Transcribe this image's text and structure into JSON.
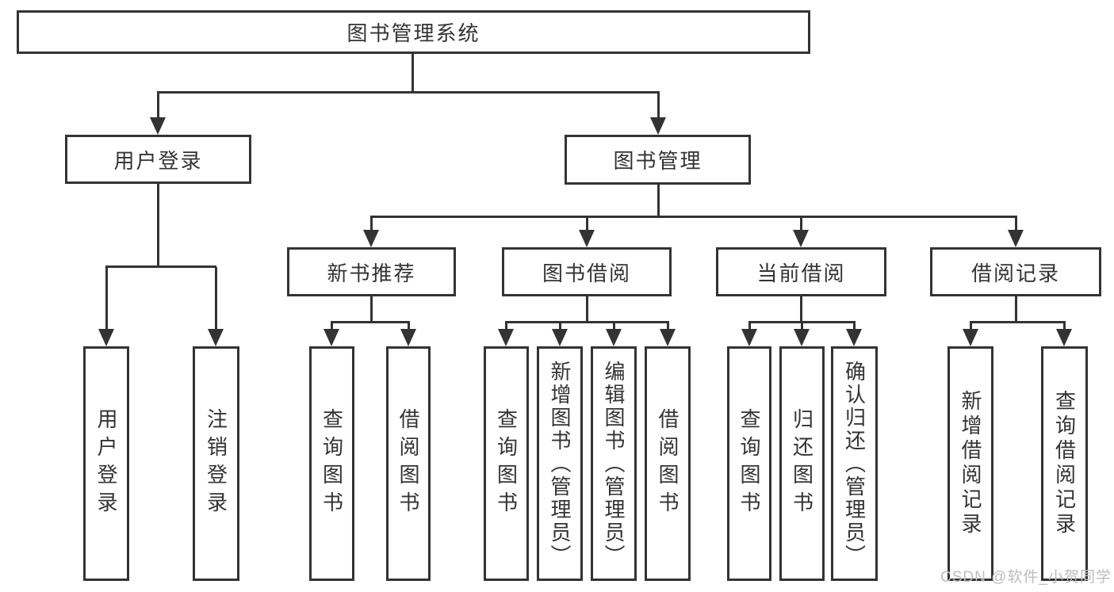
{
  "diagram": {
    "root": "图书管理系统",
    "level2": {
      "user_login": "用户登录",
      "book_mgmt": "图书管理"
    },
    "level3": {
      "new_books": "新书推荐",
      "book_borrow": "图书借阅",
      "current_borrow": "当前借阅",
      "borrow_records": "借阅记录"
    },
    "leaves": {
      "user": [
        "用户登录",
        "注销登录"
      ],
      "recommend": [
        "查询图书",
        "借阅图书"
      ],
      "borrow": [
        "查询图书",
        "新增图书（管理员）",
        "编辑图书（管理员）",
        "借阅图书"
      ],
      "current": [
        "查询图书",
        "归还图书",
        "确认归还（管理员）"
      ],
      "records": [
        "新增借阅记录",
        "查询借阅记录"
      ]
    }
  },
  "watermark": "CSDN @软件_小贺同学",
  "colors": {
    "line": "#333333",
    "text": "#333333",
    "watermark": "#bdbdbd",
    "background": "#ffffff"
  }
}
